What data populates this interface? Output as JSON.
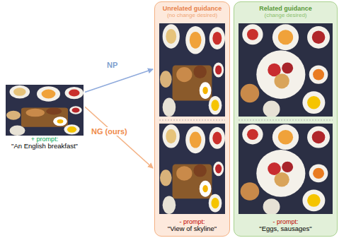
{
  "diagram": {
    "nodes": [
      {
        "text": [
          "+ prompt:",
          "\"An English breakfast\""
        ]
      },
      {
        "text": [
          "Unrelated guidance",
          "(no change desired)",
          "- prompt:",
          "\"View of skyline\""
        ]
      },
      {
        "text": [
          "Related guidance",
          "(change desired)",
          "- prompt:",
          "\"Eggs, sausages\""
        ]
      }
    ],
    "edges": [
      {
        "from": 0,
        "to": 1,
        "arrow": "to",
        "label": "NP"
      },
      {
        "from": 0,
        "to": 1,
        "arrow": "to",
        "label": "NG (ours)"
      }
    ]
  }
}
